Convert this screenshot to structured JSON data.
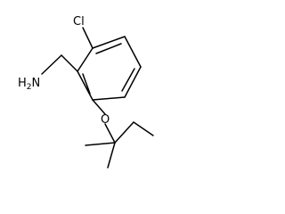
{
  "molecule": {
    "atoms": {
      "chlorine": "Cl",
      "amine_h": "H",
      "amine_sub": "2",
      "amine_n": "N",
      "oxygen": "O"
    },
    "colors": {
      "bond": "#000000",
      "label": "#000000",
      "background": "#ffffff"
    }
  }
}
